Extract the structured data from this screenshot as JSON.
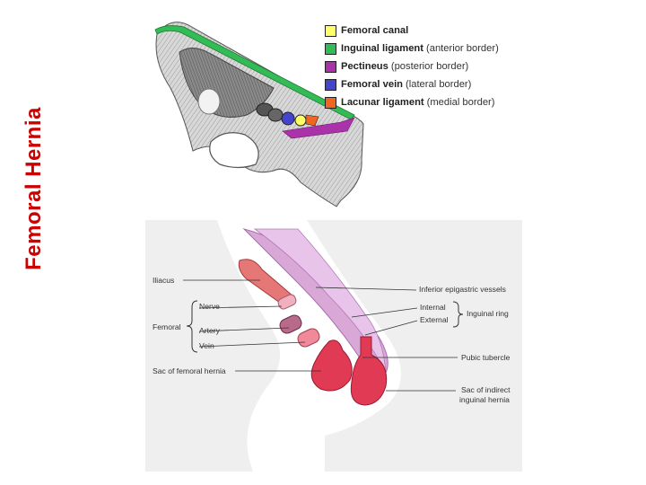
{
  "side_title": "Femoral Hernia",
  "legend": [
    {
      "bold": "Femoral canal",
      "rest": "",
      "color": "#ffff66"
    },
    {
      "bold": "Inguinal ligament",
      "rest": "(anterior border)",
      "color": "#33bb55"
    },
    {
      "bold": "Pectineus",
      "rest": "(posterior border)",
      "color": "#aa33aa"
    },
    {
      "bold": "Femoral vein",
      "rest": "(lateral border)",
      "color": "#4444cc"
    },
    {
      "bold": "Lacunar ligament",
      "rest": "(medial border)",
      "color": "#ee6622"
    }
  ],
  "hernia_labels": {
    "iliacus": "Iliacus",
    "femoral": "Femoral",
    "nerve": "Nerve",
    "artery": "Artery",
    "vein": "Vein",
    "sac_femoral": "Sac of femoral hernia",
    "inferior_epigastric": "Inferior epigastric vessels",
    "internal": "Internal",
    "external": "External",
    "inguinal_ring": "Inguinal ring",
    "pubic_tubercle": "Pubic tubercle",
    "sac_indirect_1": "Sac of indirect",
    "sac_indirect_2": "inguinal hernia"
  }
}
